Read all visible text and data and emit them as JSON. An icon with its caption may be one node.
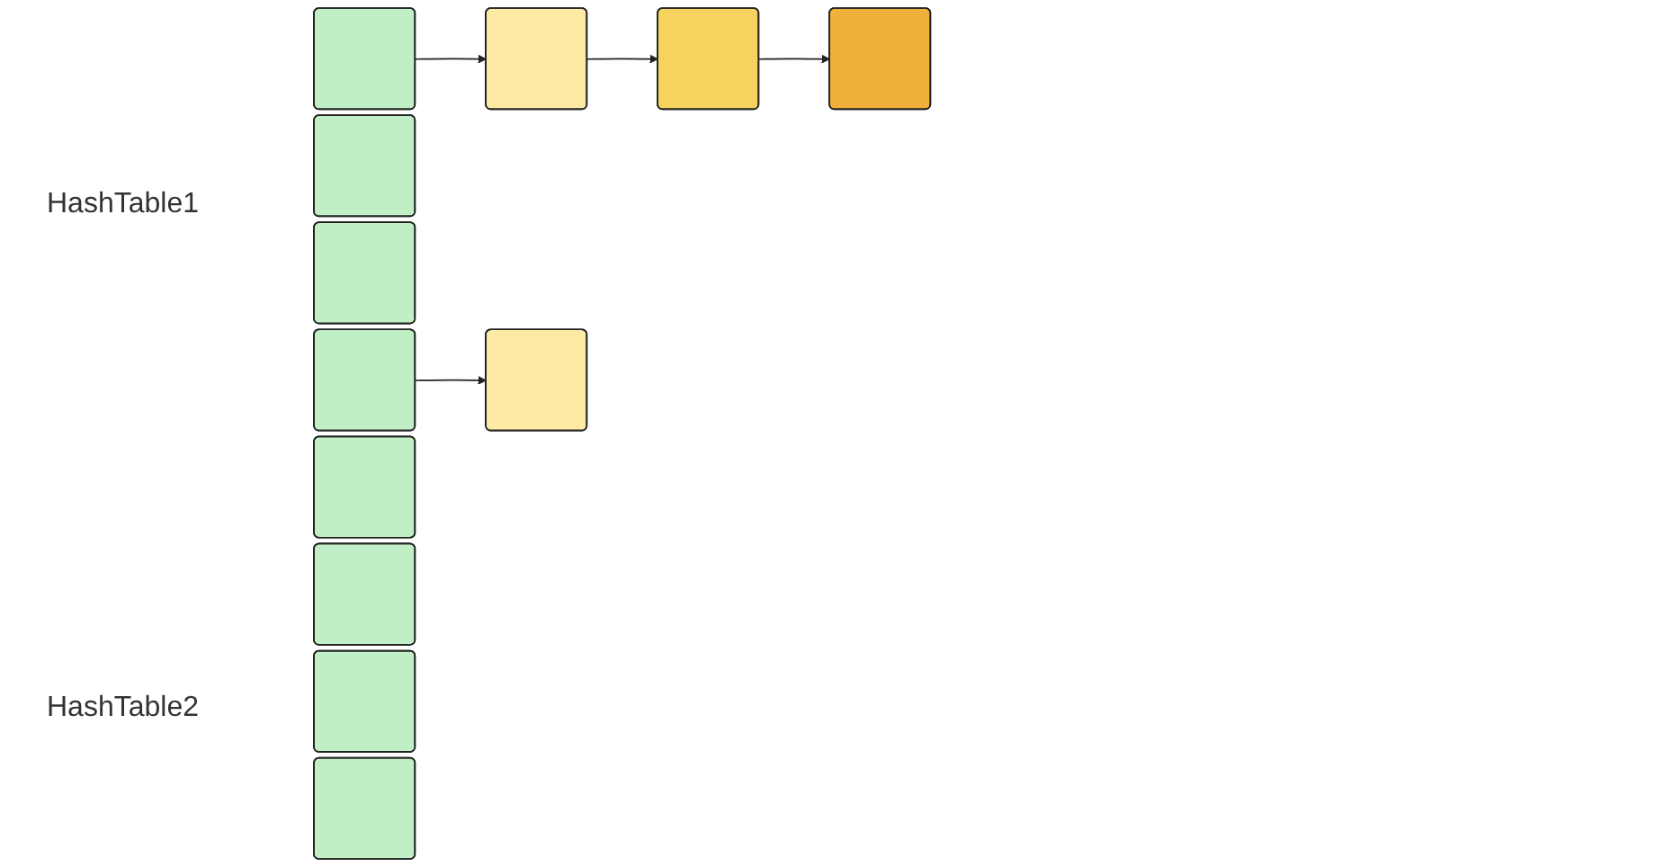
{
  "diagram": {
    "nodes": [
      {
        "text": [],
        "shape": "box"
      },
      {
        "text": [],
        "shape": "box"
      },
      {
        "text": [],
        "shape": "box"
      },
      {
        "text": [],
        "shape": "box"
      },
      {
        "text": [],
        "shape": "box"
      },
      {
        "text": [],
        "shape": "box"
      },
      {
        "text": [],
        "shape": "box"
      },
      {
        "text": [],
        "shape": "box"
      },
      {
        "text": [],
        "shape": "box"
      },
      {
        "text": [],
        "shape": "box"
      },
      {
        "text": [],
        "shape": "box"
      },
      {
        "text": [],
        "shape": "box"
      }
    ],
    "edges": [
      {
        "from": 0,
        "to": 1,
        "arrow": "to"
      },
      {
        "from": 1,
        "to": 2,
        "arrow": "to"
      },
      {
        "from": 2,
        "to": 3,
        "arrow": "to"
      },
      {
        "from": 6,
        "to": 7,
        "arrow": "to"
      }
    ],
    "labels": [
      "HashTable1",
      "HashTable2"
    ]
  }
}
